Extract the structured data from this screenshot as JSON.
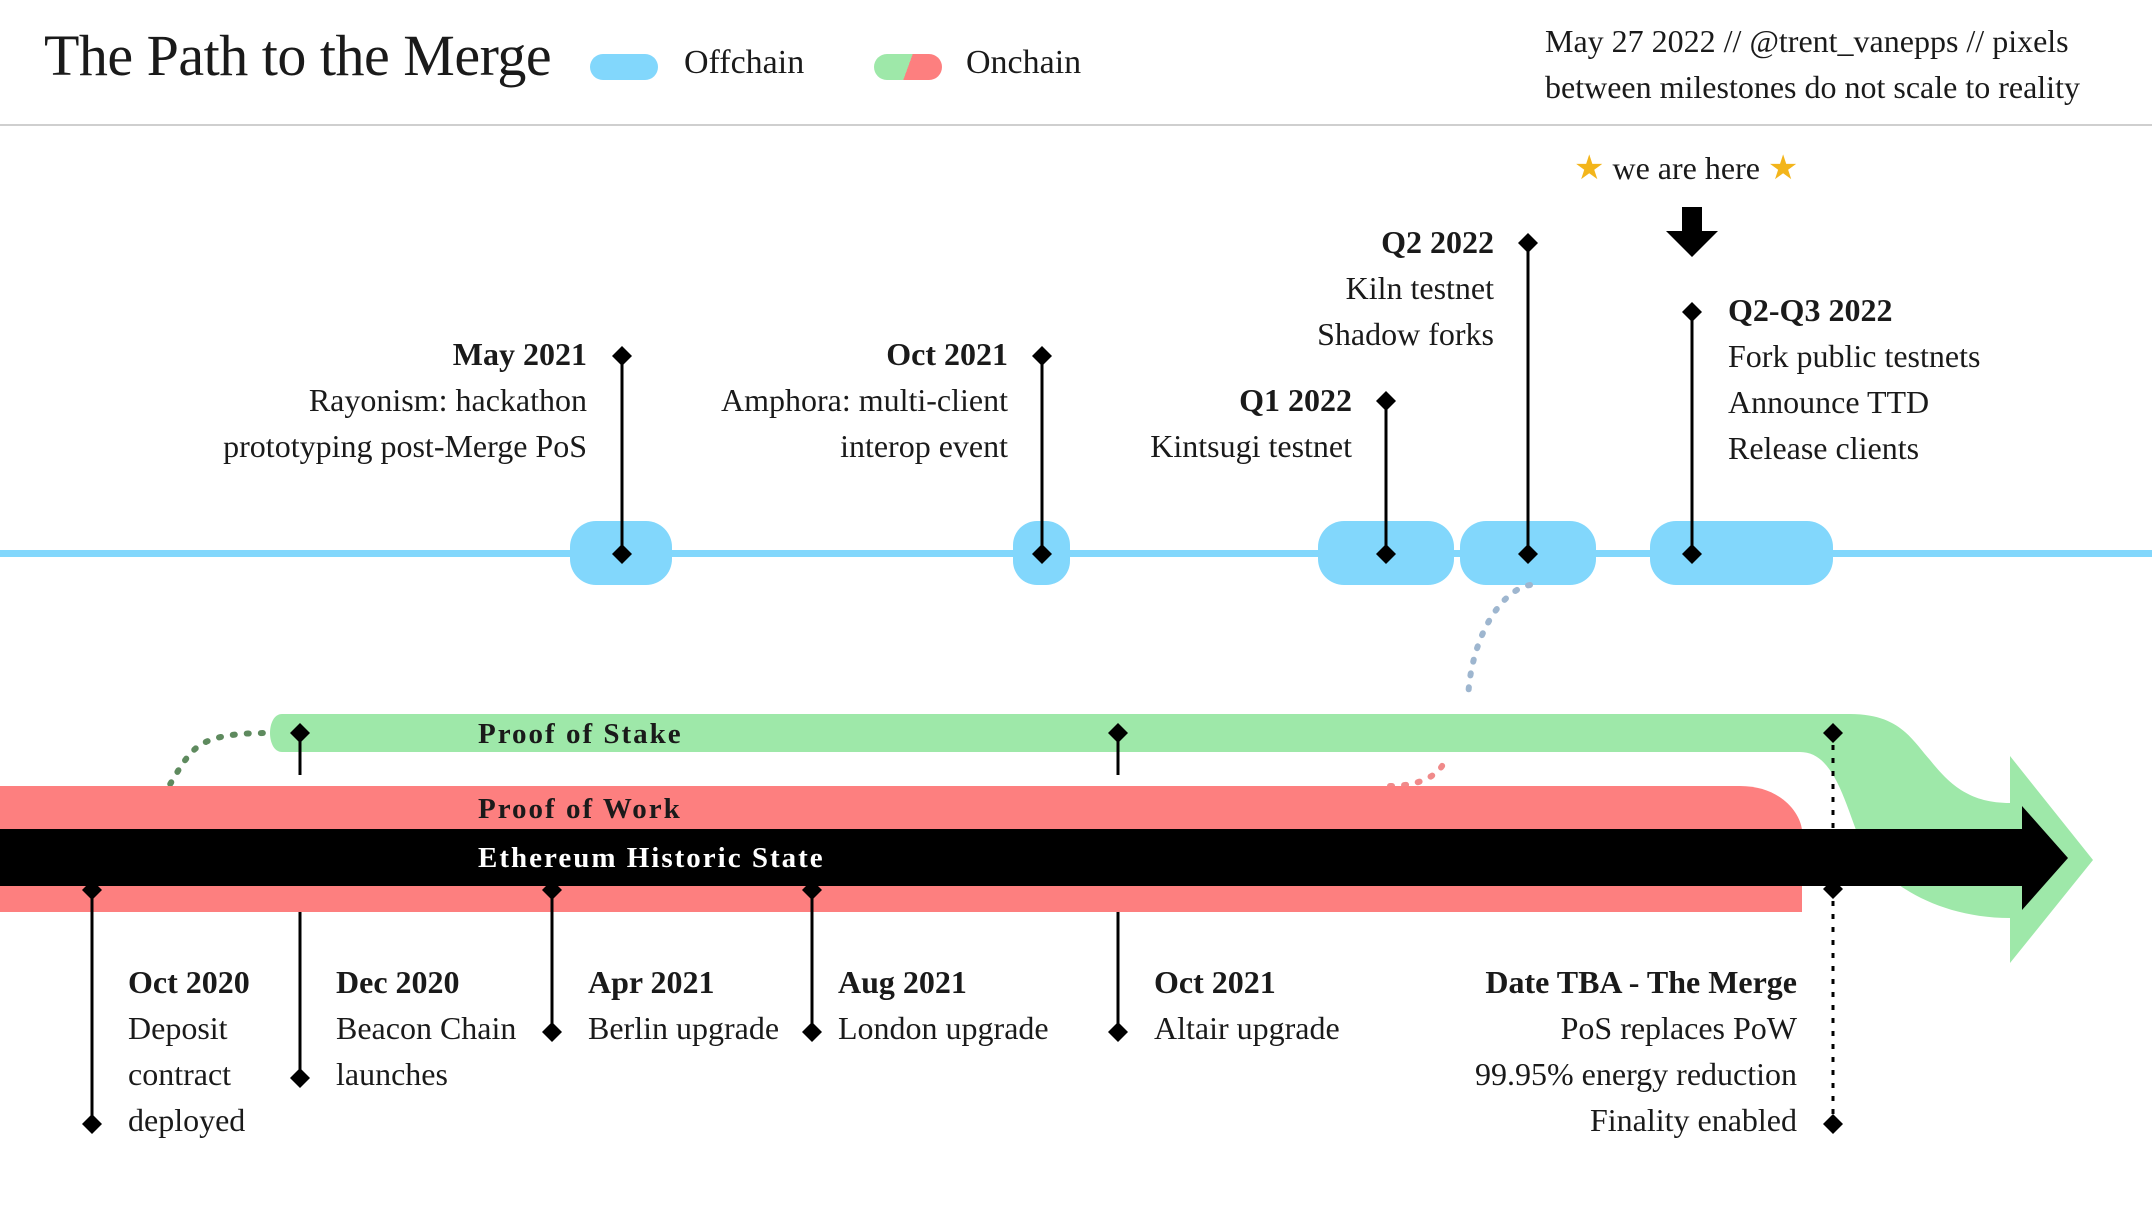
{
  "header": {
    "title": "The Path to the Merge",
    "legend": {
      "offchain_label": "Offchain",
      "onchain_label": "Onchain",
      "offchain_color": "#82d7fc",
      "onchain_colors": [
        "#9ee8a9",
        "#fd7f7f"
      ]
    },
    "meta_line1": "May 27 2022 // @trent_vanepps // pixels",
    "meta_line2": "between milestones do not scale to reality"
  },
  "marker": {
    "text": "we are here",
    "icon": "star-icon",
    "arrow_icon": "down-arrow-icon"
  },
  "bands": {
    "pos_label": "Proof of Stake",
    "pow_label": "Proof of Work",
    "history_label": "Ethereum Historic State",
    "pos_color": "#9ee8a9",
    "pow_color": "#fd7f7f",
    "offchain_color": "#82d7fc",
    "history_color": "#000000"
  },
  "offchain_events": [
    {
      "date": "May 2021",
      "lines": [
        "Rayonism: hackathon",
        "prototyping post-Merge PoS"
      ]
    },
    {
      "date": "Oct 2021",
      "lines": [
        "Amphora: multi-client",
        "interop event"
      ]
    },
    {
      "date": "Q1 2022",
      "lines": [
        "Kintsugi testnet"
      ]
    },
    {
      "date": "Q2 2022",
      "lines": [
        "Kiln testnet",
        "Shadow forks"
      ]
    },
    {
      "date": "Q2-Q3 2022",
      "lines": [
        "Fork public testnets",
        "Announce TTD",
        "Release clients"
      ]
    }
  ],
  "onchain_events": [
    {
      "date": "Oct 2020",
      "lines": [
        "Deposit",
        "contract",
        "deployed"
      ]
    },
    {
      "date": "Dec 2020",
      "lines": [
        "Beacon Chain",
        "launches"
      ]
    },
    {
      "date": "Apr 2021",
      "lines": [
        "Berlin upgrade"
      ]
    },
    {
      "date": "Aug 2021",
      "lines": [
        "London upgrade"
      ]
    },
    {
      "date": "Oct 2021",
      "lines": [
        "Altair upgrade"
      ]
    },
    {
      "date": "Date TBA - The Merge",
      "lines": [
        "PoS replaces PoW",
        "99.95% energy reduction",
        "Finality enabled"
      ]
    }
  ]
}
